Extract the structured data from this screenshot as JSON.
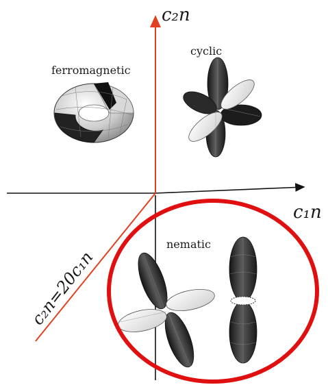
{
  "axes": {
    "x_label": "c₁n",
    "y_label": "c₂n",
    "boundary_label": "c₂n=20c₁n"
  },
  "phases": {
    "ferromagnetic": "ferromagnetic",
    "cyclic": "cyclic",
    "nematic": "nematic"
  },
  "colors": {
    "axis_black": "#111111",
    "axis_red": "#e04020",
    "highlight_ring": "#e01010",
    "dark_lobe": "#2a2a2a",
    "light_lobe": "#e8e8e8"
  },
  "icons": [
    "ferromagnetic-orbital-icon",
    "cyclic-orbital-icon",
    "nematic-cross-orbital-icon",
    "nematic-polar-orbital-icon"
  ]
}
